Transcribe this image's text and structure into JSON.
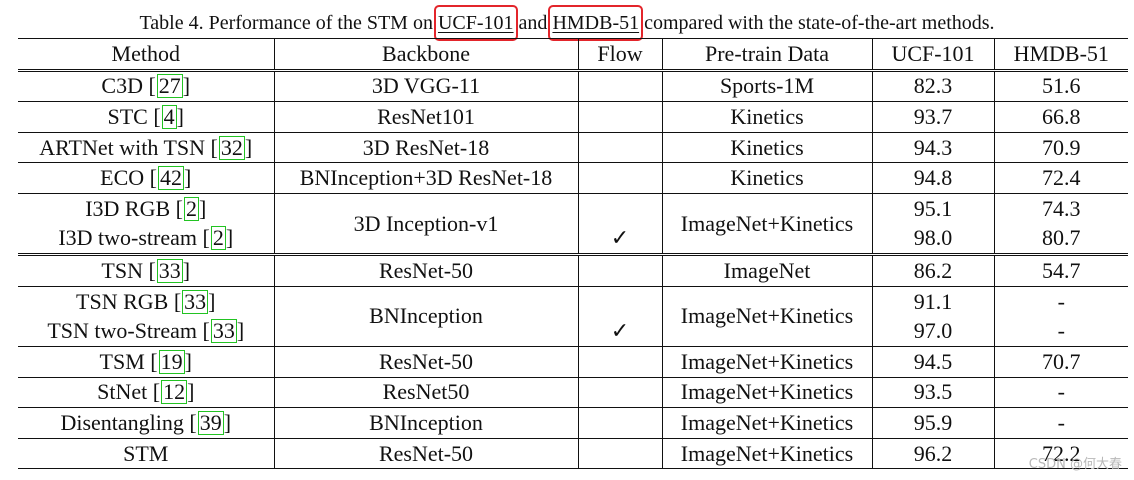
{
  "caption": {
    "prefix": "Table 4. Performance of the STM on",
    "hl1": "UCF-101",
    "middle": "and",
    "hl2": "HMDB-51",
    "suffix": "compared with the state-of-the-art methods."
  },
  "headers": [
    "Method",
    "Backbone",
    "Flow",
    "Pre-train Data",
    "UCF-101",
    "HMDB-51"
  ],
  "rows": [
    {
      "method": "C3D",
      "ref": "27",
      "backbone": "3D VGG-11",
      "flow": "",
      "pretrain": "Sports-1M",
      "ucf": "82.3",
      "hmdb": "51.6"
    },
    {
      "method": "STC",
      "ref": "4",
      "backbone": "ResNet101",
      "flow": "",
      "pretrain": "Kinetics",
      "ucf": "93.7",
      "hmdb": "66.8"
    },
    {
      "method": "ARTNet with TSN",
      "ref": "32",
      "backbone": "3D ResNet-18",
      "flow": "",
      "pretrain": "Kinetics",
      "ucf": "94.3",
      "hmdb": "70.9"
    },
    {
      "method": "ECO",
      "ref": "42",
      "backbone": "BNInception+3D ResNet-18",
      "flow": "",
      "pretrain": "Kinetics",
      "ucf": "94.8",
      "hmdb": "72.4"
    },
    {
      "method": "I3D RGB",
      "ref": "2",
      "backbone": "3D Inception-v1",
      "flow": "",
      "pretrain": "ImageNet+Kinetics",
      "ucf": "95.1",
      "hmdb": "74.3"
    },
    {
      "method": "I3D two-stream",
      "ref": "2",
      "backbone": "",
      "flow": "✓",
      "pretrain": "",
      "ucf": "98.0",
      "hmdb": "80.7"
    },
    {
      "method": "TSN",
      "ref": "33",
      "backbone": "ResNet-50",
      "flow": "",
      "pretrain": "ImageNet",
      "ucf": "86.2",
      "hmdb": "54.7"
    },
    {
      "method": "TSN RGB",
      "ref": "33",
      "backbone": "BNInception",
      "flow": "",
      "pretrain": "ImageNet+Kinetics",
      "ucf": "91.1",
      "hmdb": "-"
    },
    {
      "method": "TSN two-Stream",
      "ref": "33",
      "backbone": "",
      "flow": "✓",
      "pretrain": "",
      "ucf": "97.0",
      "hmdb": "-"
    },
    {
      "method": "TSM",
      "ref": "19",
      "backbone": "ResNet-50",
      "flow": "",
      "pretrain": "ImageNet+Kinetics",
      "ucf": "94.5",
      "hmdb": "70.7"
    },
    {
      "method": "StNet",
      "ref": "12",
      "backbone": "ResNet50",
      "flow": "",
      "pretrain": "ImageNet+Kinetics",
      "ucf": "93.5",
      "hmdb": "-"
    },
    {
      "method": "Disentangling",
      "ref": "39",
      "backbone": "BNInception",
      "flow": "",
      "pretrain": "ImageNet+Kinetics",
      "ucf": "95.9",
      "hmdb": "-"
    },
    {
      "method": "STM",
      "ref": "",
      "backbone": "ResNet-50",
      "flow": "",
      "pretrain": "ImageNet+Kinetics",
      "ucf": "96.2",
      "hmdb": "72.2"
    }
  ],
  "watermark": "CSDN @何大春"
}
